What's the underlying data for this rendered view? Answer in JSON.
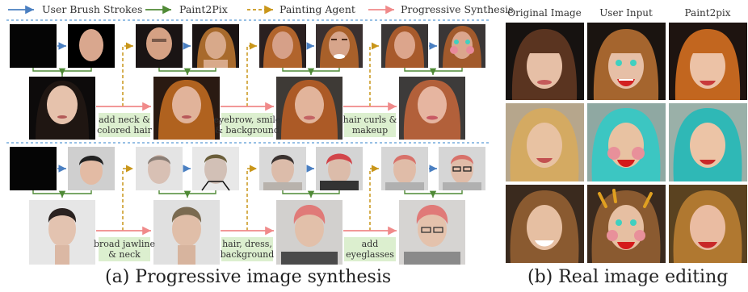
{
  "legend": {
    "user_brush_strokes": "User Brush Strokes",
    "paint2pix": "Paint2Pix",
    "painting_agent": "Painting Agent",
    "progressive_synthesis": "Progressive Synthesis"
  },
  "colors": {
    "blue": "#4a7fc1",
    "green": "#4f8a36",
    "orange": "#c9961a",
    "red": "#f08a8a",
    "label_bg": "#dcefcf",
    "divider": "#5b9bd5"
  },
  "stage_labels": {
    "r1_a": [
      "add neck &",
      "colored hair"
    ],
    "r1_b": [
      "eyebrow, smile",
      "& background"
    ],
    "r1_c": [
      "hair curls &",
      "makeup"
    ],
    "r2_a": [
      "broad jawline",
      "& neck"
    ],
    "r2_b": [
      "hair, dress,",
      "background"
    ],
    "r2_c": [
      "add",
      "eyeglasses"
    ]
  },
  "right_headers": {
    "original": "Original Image",
    "user_input": "User Input",
    "paint2pix": "Paint2pix"
  },
  "captions": {
    "left": "(a) Progressive image synthesis",
    "right": "(b) Real image editing"
  }
}
